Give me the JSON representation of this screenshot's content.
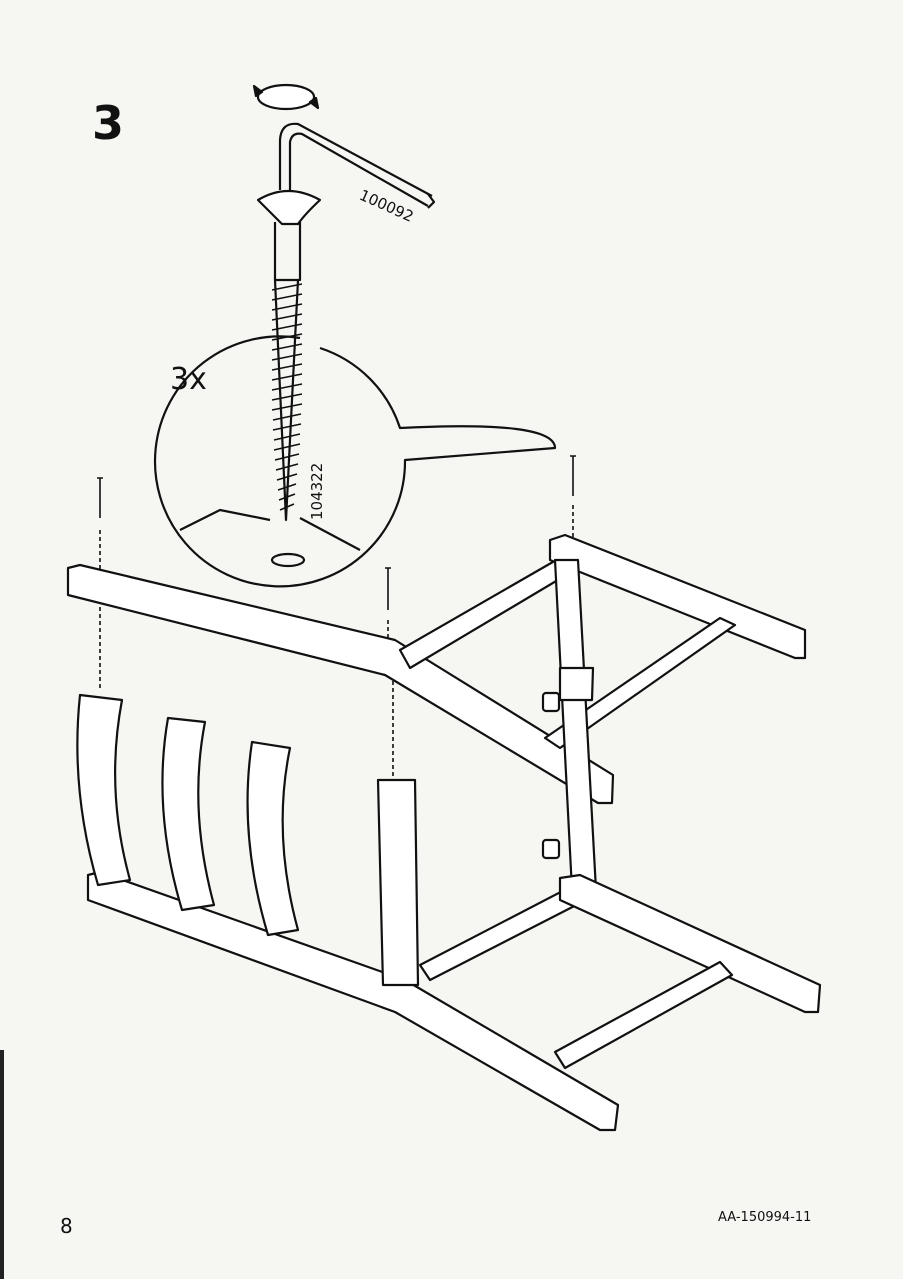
{
  "step": {
    "number": "3"
  },
  "parts": {
    "allen_key_id": "100092",
    "screw_id": "104322",
    "screw_quantity": "3x"
  },
  "icons": [
    "rotate-arrows-icon",
    "allen-key-icon",
    "screw-icon"
  ],
  "footer": {
    "page_number": "8",
    "document_code": "AA-150994-11"
  }
}
